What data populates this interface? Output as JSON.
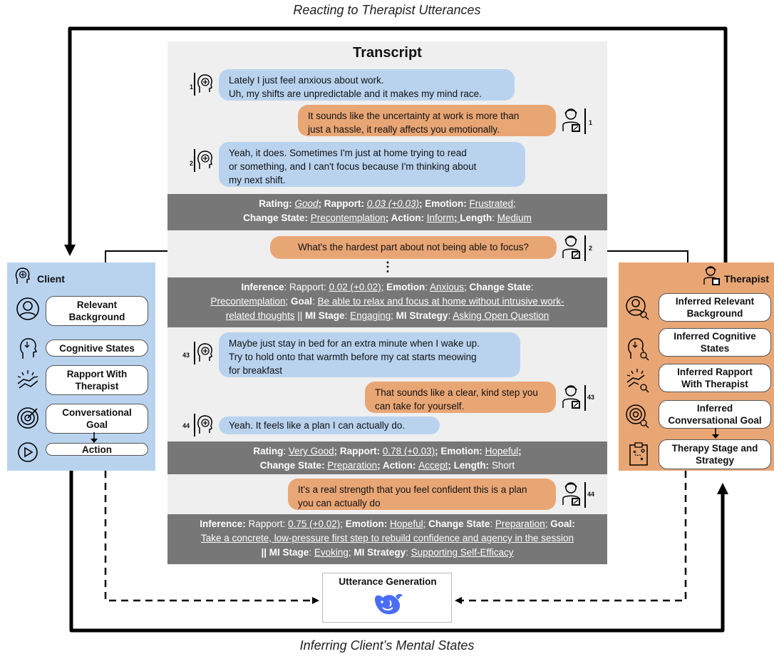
{
  "captions": {
    "top": "Reacting to Therapist Utterances",
    "bottom": "Inferring Client’s Mental States"
  },
  "transcript": {
    "title": "Transcript",
    "turns": [
      {
        "speaker": "client",
        "turn": "1",
        "lines": [
          "Lately I just feel anxious about work.",
          "Uh, my shifts are unpredictable and it makes my mind race."
        ]
      },
      {
        "speaker": "therapist",
        "turn": "1",
        "lines": [
          "It sounds like the uncertainty at work is more than",
          "just a hassle, it really affects you emotionally."
        ]
      },
      {
        "speaker": "client",
        "turn": "2",
        "lines": [
          "Yeah, it does. Sometimes I'm just at home trying to read",
          "or something, and I can't focus because I'm thinking about",
          "my next shift."
        ]
      },
      {
        "speaker": "therapist",
        "turn": "2",
        "lines": [
          "What's the hardest part about not being able to focus?"
        ]
      },
      {
        "speaker": "client",
        "turn": "43",
        "lines": [
          "Maybe just stay in bed for an extra minute when I wake up.",
          "Try to hold onto that warmth before my cat starts meowing",
          "for breakfast"
        ]
      },
      {
        "speaker": "therapist",
        "turn": "43",
        "lines": [
          "That sounds like a clear, kind step you",
          "can take for yourself."
        ]
      },
      {
        "speaker": "client",
        "turn": "44",
        "lines": [
          "Yeah. It feels like a plan I can actually do."
        ]
      },
      {
        "speaker": "therapist",
        "turn": "44",
        "lines": [
          "It's a real strength that you feel confident this is a plan",
          "you can actually do"
        ]
      }
    ],
    "ellipsis": "⋮",
    "bars": {
      "client_state_1": {
        "line1": [
          {
            "t": "Rating",
            "s": "b"
          },
          {
            "t": ": ",
            "s": "b"
          },
          {
            "t": "Good",
            "s": "ui"
          },
          {
            "t": "; ",
            "s": "b"
          },
          {
            "t": "Rapport",
            "s": "b"
          },
          {
            "t": ": ",
            "s": "b"
          },
          {
            "t": "0.03 (+0.03)",
            "s": "ui"
          },
          {
            "t": "; ",
            "s": "b"
          },
          {
            "t": "Emotion",
            "s": "b"
          },
          {
            "t": ": ",
            "s": "b"
          },
          {
            "t": "Frustrated;",
            "s": "u"
          }
        ],
        "line2": [
          {
            "t": "Change State",
            "s": "b"
          },
          {
            "t": ": ",
            "s": "b"
          },
          {
            "t": "Precontemplation",
            "s": "u"
          },
          {
            "t": "; ",
            "s": "b"
          },
          {
            "t": "Action",
            "s": "b"
          },
          {
            "t": ": ",
            "s": "b"
          },
          {
            "t": "Inform",
            "s": "u"
          },
          {
            "t": "; ",
            "s": "bu"
          },
          {
            "t": "Length",
            "s": "b"
          },
          {
            "t": ": ",
            "s": "n"
          },
          {
            "t": "Medium",
            "s": "u"
          }
        ]
      },
      "inference_1": {
        "line1": [
          {
            "t": "Inference",
            "s": "b"
          },
          {
            "t": ": Rapport: ",
            "s": "n"
          },
          {
            "t": "0.02 (+0.02)",
            "s": "u"
          },
          {
            "t": "; ",
            "s": "n"
          },
          {
            "t": "Emotion",
            "s": "b"
          },
          {
            "t": ": ",
            "s": "n"
          },
          {
            "t": "Anxious",
            "s": "u"
          },
          {
            "t": "; ",
            "s": "n"
          },
          {
            "t": "Change State",
            "s": "b"
          },
          {
            "t": ":",
            "s": "n"
          }
        ],
        "line2": [
          {
            "t": "Precontemplation",
            "s": "u"
          },
          {
            "t": "; ",
            "s": "n"
          },
          {
            "t": "Goal",
            "s": "b"
          },
          {
            "t": ": ",
            "s": "n"
          },
          {
            "t": "Be able to relax and focus at home without intrusive work-",
            "s": "u"
          }
        ],
        "line3": [
          {
            "t": "related thoughts",
            "s": "u"
          },
          {
            "t": " || ",
            "s": "n"
          },
          {
            "t": "MI Stage",
            "s": "b"
          },
          {
            "t": ": ",
            "s": "n"
          },
          {
            "t": "Engaging",
            "s": "u"
          },
          {
            "t": "; ",
            "s": "n"
          },
          {
            "t": "MI Strategy",
            "s": "b"
          },
          {
            "t": ": ",
            "s": "n"
          },
          {
            "t": "Asking Open Question",
            "s": "u"
          }
        ]
      },
      "client_state_2": {
        "line1": [
          {
            "t": "Rating",
            "s": "b"
          },
          {
            "t": ": ",
            "s": "n"
          },
          {
            "t": "Very Good",
            "s": "u"
          },
          {
            "t": "; ",
            "s": "b"
          },
          {
            "t": "Rapport",
            "s": "b"
          },
          {
            "t": ": ",
            "s": "b"
          },
          {
            "t": "0.78 (+0.03)",
            "s": "u"
          },
          {
            "t": "; ",
            "s": "b"
          },
          {
            "t": "Emotion",
            "s": "b"
          },
          {
            "t": ": ",
            "s": "b"
          },
          {
            "t": "Hopeful",
            "s": "u"
          },
          {
            "t": ";",
            "s": "b"
          }
        ],
        "line2": [
          {
            "t": "Change State",
            "s": "b"
          },
          {
            "t": ": ",
            "s": "b"
          },
          {
            "t": "Preparation",
            "s": "u"
          },
          {
            "t": "; ",
            "s": "b"
          },
          {
            "t": "Action",
            "s": "b"
          },
          {
            "t": ": ",
            "s": "b"
          },
          {
            "t": "Accept",
            "s": "u"
          },
          {
            "t": "; ",
            "s": "b"
          },
          {
            "t": "Length",
            "s": "b"
          },
          {
            "t": ": ",
            "s": "b"
          },
          {
            "t": "Short",
            "s": "n"
          }
        ]
      },
      "inference_2": {
        "line1": [
          {
            "t": "Inference:",
            "s": "b"
          },
          {
            "t": " Rapport: ",
            "s": "n"
          },
          {
            "t": "0.75 (+0.02)",
            "s": "u"
          },
          {
            "t": "; ",
            "s": "n"
          },
          {
            "t": "Emotion:",
            "s": "b"
          },
          {
            "t": " ",
            "s": "n"
          },
          {
            "t": "Hopeful",
            "s": "u"
          },
          {
            "t": "; ",
            "s": "n"
          },
          {
            "t": "Change State",
            "s": "b"
          },
          {
            "t": ": ",
            "s": "n"
          },
          {
            "t": "Preparation",
            "s": "u"
          },
          {
            "t": "; ",
            "s": "n"
          },
          {
            "t": "Goal:",
            "s": "b"
          }
        ],
        "line2": [
          {
            "t": "Take a concrete, low-pressure first step to rebuild confidence and agency in the session",
            "s": "u"
          }
        ],
        "line3": [
          {
            "t": "|| MI Stage",
            "s": "b"
          },
          {
            "t": ": ",
            "s": "n"
          },
          {
            "t": "Evoking",
            "s": "u"
          },
          {
            "t": "; ",
            "s": "n"
          },
          {
            "t": "MI Strategy",
            "s": "b"
          },
          {
            "t": ": ",
            "s": "n"
          },
          {
            "t": "Supporting Self-Efficacy",
            "s": "u"
          }
        ]
      }
    }
  },
  "client_panel": {
    "title": "Client",
    "items": [
      {
        "label_lines": [
          "Relevant",
          "Background"
        ],
        "icon": "person-head-icon"
      },
      {
        "label_lines": [
          "Cognitive States"
        ],
        "icon": "head-thought-icon"
      },
      {
        "label_lines": [
          "Rapport With",
          "Therapist"
        ],
        "icon": "handshake-icon"
      },
      {
        "label_lines": [
          "Conversational",
          "Goal"
        ],
        "icon": "target-icon"
      },
      {
        "label_lines": [
          "Action"
        ],
        "icon": "play-icon"
      }
    ]
  },
  "therapist_panel": {
    "title": "Therapist",
    "items": [
      {
        "label_lines": [
          "Inferred Relevant",
          "Background"
        ],
        "icon": "person-search-icon"
      },
      {
        "label_lines": [
          "Inferred Cognitive",
          "States"
        ],
        "icon": "head-search-icon"
      },
      {
        "label_lines": [
          "Inferred Rapport",
          "With Therapist"
        ],
        "icon": "handshake-search-icon"
      },
      {
        "label_lines": [
          "Inferred",
          "Conversational Goal"
        ],
        "icon": "target-search-icon"
      },
      {
        "label_lines": [
          "Therapy Stage and",
          "Strategy"
        ],
        "icon": "clipboard-strategy-icon"
      }
    ]
  },
  "generation": {
    "title": "Utterance Generation",
    "icon": "whale-logo-icon"
  },
  "colors": {
    "client": "#b9d3ef",
    "therapist": "#e9a675",
    "bar": "#777777",
    "panel": "#efefef",
    "logo": "#4a6cf7"
  }
}
